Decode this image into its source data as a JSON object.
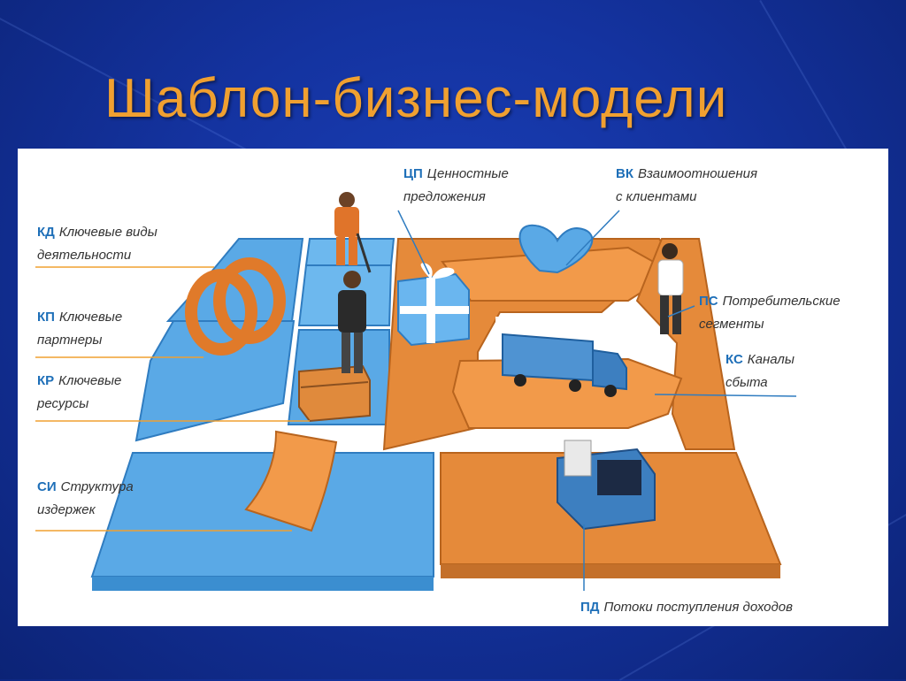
{
  "slide": {
    "title": "Шаблон-бизнес-модели"
  },
  "labels": {
    "kd": {
      "code": "КД",
      "line1": "Ключевые виды",
      "line2": "деятельности"
    },
    "kp": {
      "code": "КП",
      "line1": "Ключевые",
      "line2": "партнеры"
    },
    "kr": {
      "code": "КР",
      "line1": "Ключевые",
      "line2": "ресурсы"
    },
    "si": {
      "code": "СИ",
      "line1": "Структура",
      "line2": "издержек"
    },
    "cp": {
      "code": "ЦП",
      "line1": "Ценностные",
      "line2": "предложения"
    },
    "vk": {
      "code": "ВК",
      "line1": "Взаимоотношения",
      "line2": "с клиентами"
    },
    "ps": {
      "code": "ПС",
      "line1": "Потребительские",
      "line2": "сегменты"
    },
    "ks": {
      "code": "КС",
      "line1": "Каналы",
      "line2": "сбыта"
    },
    "pd": {
      "code": "ПД",
      "line1": "Потоки поступления доходов",
      "line2": ""
    }
  },
  "colors": {
    "background": "#1433a0",
    "title": "#f0a030",
    "blue_tile": "#5aa9e6",
    "orange_tile": "#e58a3a",
    "code_text": "#1e6fb8"
  }
}
